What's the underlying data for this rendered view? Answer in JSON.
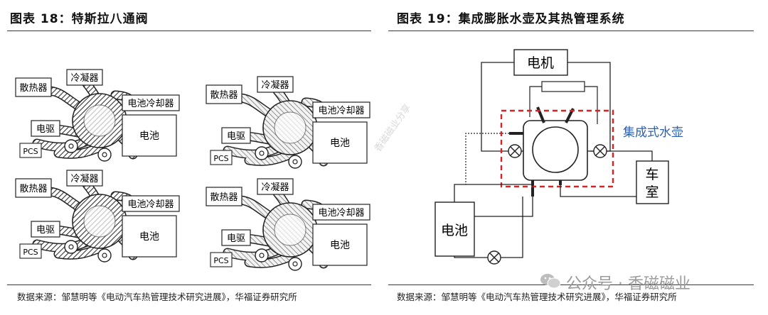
{
  "left": {
    "title": "图表 18：特斯拉八通阀",
    "source": "数据来源：邹慧明等《电动汽车热管理技术研究进展》，华福证券研究所",
    "labels": {
      "radiator": "散热器",
      "condenser": "冷凝器",
      "battery_chiller": "电池冷却器",
      "e_drive": "电驱",
      "battery": "电池",
      "pcs": "PCS"
    }
  },
  "right": {
    "title": "图表 19：集成膨胀水壶及其热管理系统",
    "source": "数据来源：邹慧明等《电动汽车热管理技术研究进展》，华福证券研究所",
    "labels": {
      "motor": "电机",
      "integrated_tank": "集成式水壶",
      "cabin_line1": "车",
      "cabin_line2": "室",
      "battery": "电池"
    }
  },
  "watermark": {
    "text": "公众号 · 香磁磁业",
    "faint": "香磁磁业分享"
  },
  "colors": {
    "accent": "#1f3a7a",
    "dashed_red": "#e02020",
    "label_blue": "#2a5fb0"
  }
}
